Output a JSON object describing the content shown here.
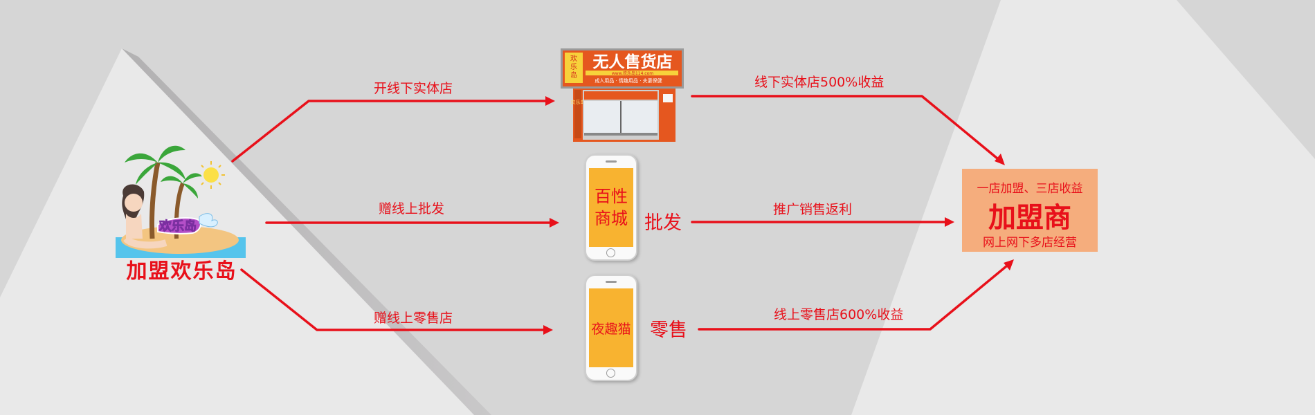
{
  "logo": {
    "icon": "palm-island-mascot-icon",
    "text": "加盟欢乐岛",
    "badge": "欢乐岛"
  },
  "routes": {
    "top_in": "开线下实体店",
    "middle_in": "赠线上批发",
    "bottom_in": "赠线上零售店",
    "top_out": "线下实体店500%收益",
    "middle_out": "推广销售返利",
    "bottom_out": "线上零售店600%收益"
  },
  "store": {
    "icon": "storefront-icon",
    "sign": "无人售货店",
    "side_sign": "欢乐岛",
    "url": "www.欢乐岛114.com",
    "tagline": "成人用品 · 情趣用品 · 夫妻保健"
  },
  "wholesale": {
    "screen_line1": "百性",
    "screen_line2": "商城",
    "label": "批发"
  },
  "retail": {
    "screen": "夜趣猫",
    "label": "零售"
  },
  "partner": {
    "top": "一店加盟、三店收益",
    "main": "加盟商",
    "bottom": "网上网下多店经营"
  },
  "colors": {
    "arrow": "#e8101a",
    "phone_screen": "#f8b330",
    "partner_box": "#f5ad7d",
    "store_orange": "#e5571f"
  }
}
